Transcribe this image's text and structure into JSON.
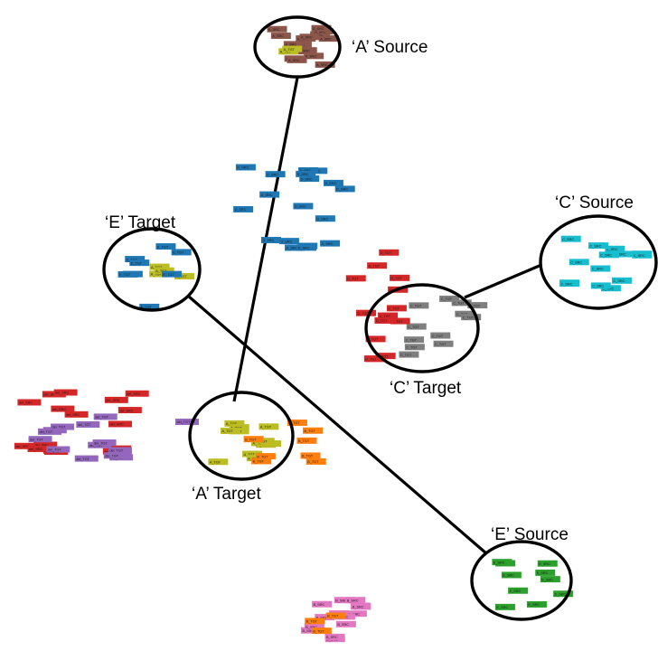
{
  "colors": {
    "A_SRC": "#8c564b",
    "A_TGT": "#bcbd22",
    "B_SRC": "#e377c2",
    "B_TGT": "#ff7f0e",
    "C_SRC": "#17becf",
    "C_TGT": "#7f7f7f",
    "D_SRC": "#1f77b4",
    "D_TGT": "#d62728",
    "E_SRC": "#2ca02c",
    "E_TGT": "#1f77b4",
    "del_SRC": "#d62728",
    "del_TGT": "#9467bd",
    "ring": "#000000"
  },
  "regions": [
    {
      "id": "a-source",
      "label": "‘A’ Source"
    },
    {
      "id": "a-target",
      "label": "‘A’ Target"
    },
    {
      "id": "c-source",
      "label": "‘C’ Source"
    },
    {
      "id": "c-target",
      "label": "‘C’ Target"
    },
    {
      "id": "e-source",
      "label": "‘E’ Source"
    },
    {
      "id": "e-target",
      "label": "‘E’ Target"
    }
  ],
  "connections": [
    {
      "from": "a-source",
      "to": "a-target"
    },
    {
      "from": "c-target",
      "to": "c-source"
    },
    {
      "from": "e-target",
      "to": "e-source"
    }
  ],
  "clusters": {
    "A_SRC": "A_SRC",
    "A_TGT": "A_TGT",
    "B_SRC": "B_SRC",
    "B_TGT": "B_TGT",
    "C_SRC": "C_SRC",
    "C_TGT": "C_TGT",
    "D_SRC": "D_SRC",
    "D_TGT": "D_TGT",
    "E_SRC": "E_SRC",
    "E_TGT": "E_TGT",
    "del_SRC": "del_SRC",
    "del_TGT": "del_TGT"
  }
}
